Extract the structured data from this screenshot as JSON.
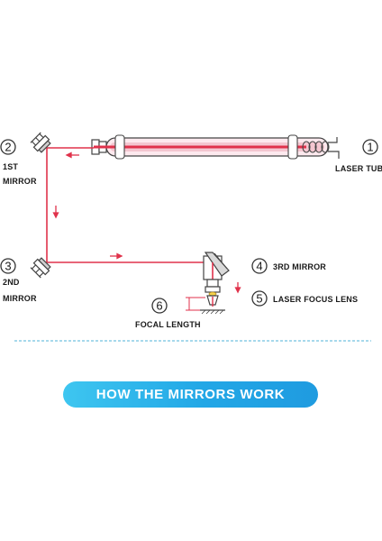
{
  "labels": {
    "n1": "1",
    "laser_tube": "LASER TUBE",
    "n2": "2",
    "first_mirror_line1": "1ST",
    "first_mirror_line2": "MIRROR",
    "n3": "3",
    "second_mirror_line1": "2ND",
    "second_mirror_line2": "MIRROR",
    "n4": "4",
    "third_mirror": "3RD MIRROR",
    "n5": "5",
    "focus_lens": "LASER FOCUS LENS",
    "n6": "6",
    "focal_length": "FOCAL LENGTH"
  },
  "banner": {
    "text": "HOW THE MIRRORS WORK"
  },
  "colors": {
    "beam": "#e0324b",
    "tube_fill": "#f4c6d0",
    "outline": "#444444",
    "divider": "#4fb3d9",
    "banner_start": "#3ec6f0",
    "banner_end": "#1f9be0"
  },
  "icons": [
    "mirror-mount-icon",
    "laser-tube-icon",
    "laser-head-icon",
    "arrow-icon"
  ]
}
